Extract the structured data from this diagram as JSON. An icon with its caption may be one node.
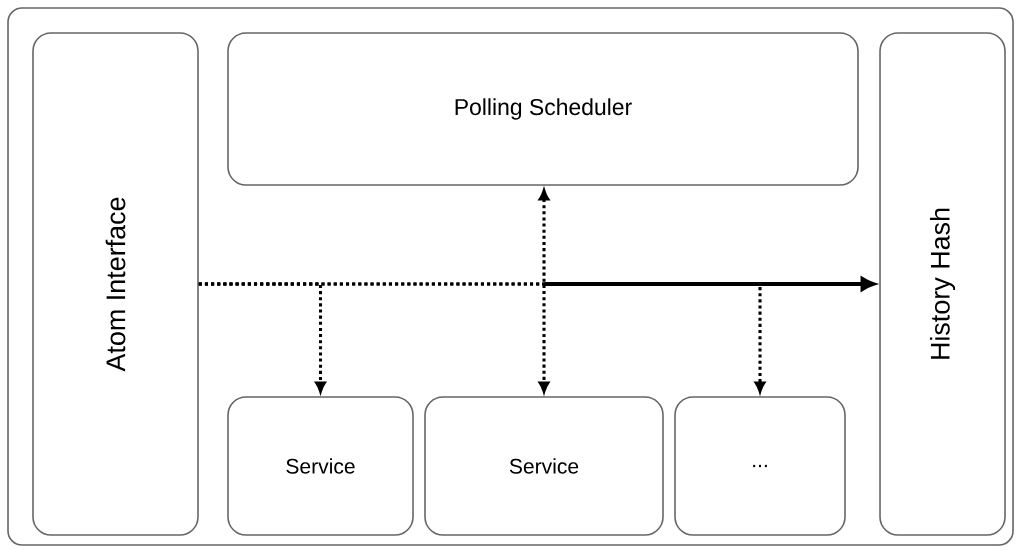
{
  "diagram": {
    "nodes": [
      {
        "text": [],
        "shape": "box"
      },
      {
        "text": [
          "Atom Interface"
        ],
        "in": 0
      },
      {
        "text": [
          "Polling Scheduler"
        ],
        "in": 0
      },
      {
        "text": [
          "History Hash"
        ],
        "in": 0
      },
      {
        "text": [
          "Service"
        ],
        "in": 0
      },
      {
        "text": [
          "Service"
        ],
        "in": 0
      },
      {
        "text": [
          "..."
        ],
        "in": 0
      }
    ],
    "edges": [
      {
        "from": 1,
        "to": 4,
        "arrow": "to",
        "style": "dashed"
      },
      {
        "from": 1,
        "to": 6,
        "arrow": "to",
        "style": "dashed"
      },
      {
        "from": 2,
        "to": 5,
        "arrow": "both",
        "style": "dashed"
      },
      {
        "from": 1,
        "to": 3,
        "arrow": "to",
        "style": "dashed"
      }
    ]
  }
}
